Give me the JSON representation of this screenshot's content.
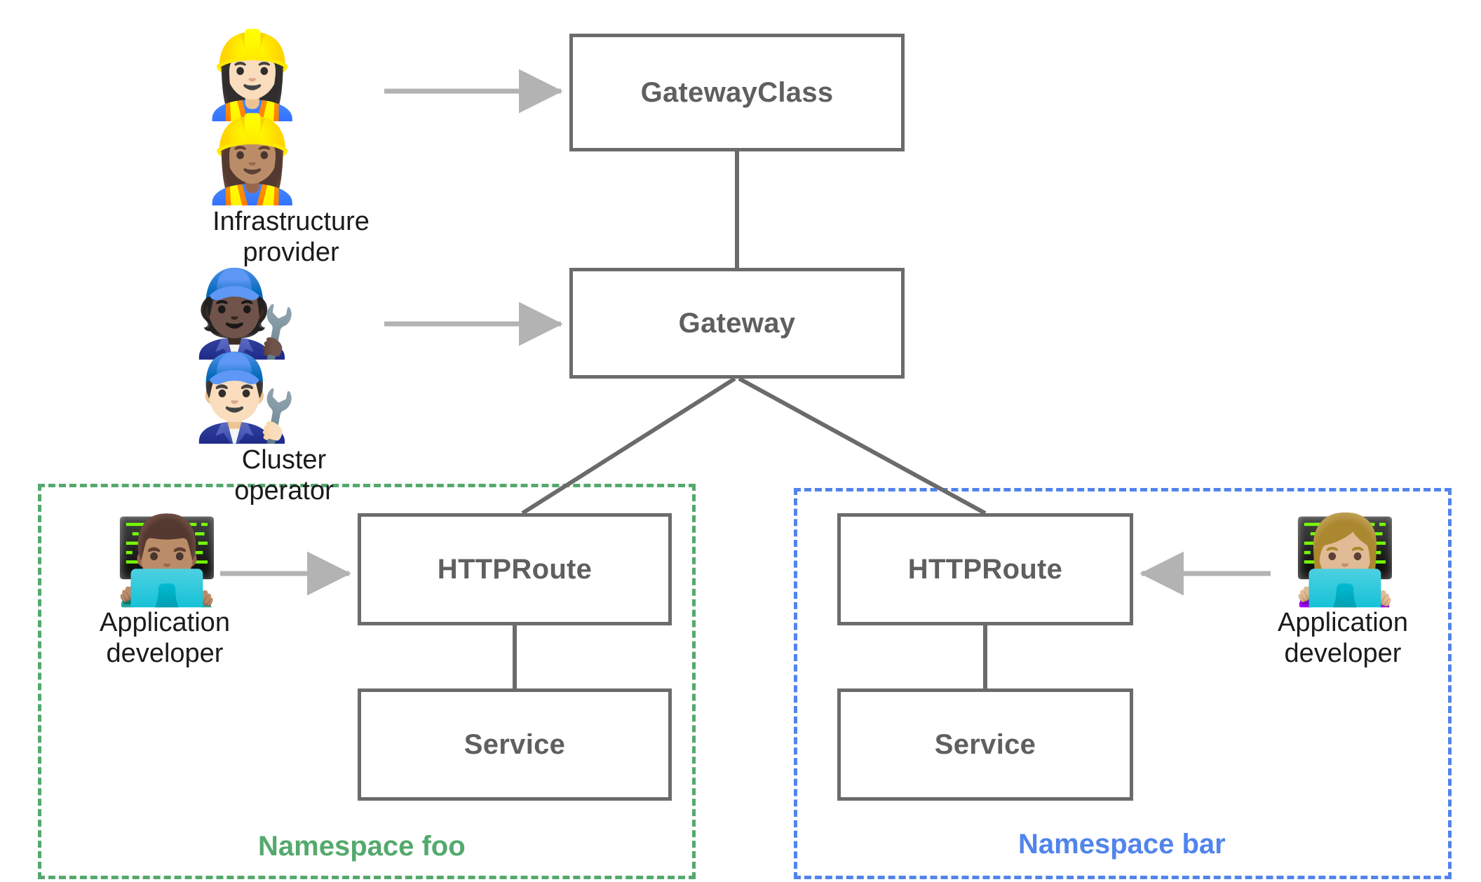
{
  "diagram": {
    "title": "Kubernetes Gateway API resource model",
    "colors": {
      "box_border": "#6b6b6b",
      "box_label": "#5f5f5f",
      "connector": "#6b6b6b",
      "arrow": "#b3b3b3",
      "namespace_foo": "#54a96d",
      "namespace_bar": "#5184ec",
      "caption_text": "#1b1b1b",
      "background": "#ffffff"
    }
  },
  "nodes": {
    "gatewayclass": {
      "label": "GatewayClass"
    },
    "gateway": {
      "label": "Gateway"
    },
    "httproute_foo": {
      "label": "HTTPRoute"
    },
    "service_foo": {
      "label": "Service"
    },
    "httproute_bar": {
      "label": "HTTPRoute"
    },
    "service_bar": {
      "label": "Service"
    }
  },
  "personas": {
    "infrastructure_provider": {
      "caption": "Infrastructure\nprovider",
      "emojis": [
        "👷🏻‍♀️",
        "👷🏽‍♀️"
      ],
      "icon_names": [
        "woman-construction-worker-light-icon",
        "woman-construction-worker-medium-icon"
      ],
      "targets": "gatewayclass"
    },
    "cluster_operator": {
      "caption": "Cluster\noperator",
      "emojis": [
        "🧑🏿‍🔧",
        "👨🏻‍🔧"
      ],
      "icon_names": [
        "mechanic-dark-icon",
        "man-mechanic-light-icon"
      ],
      "targets": "gateway"
    },
    "application_developer_foo": {
      "caption": "Application\ndeveloper",
      "emojis": [
        "👨🏽‍💻"
      ],
      "icon_names": [
        "man-technologist-icon"
      ],
      "targets": "httproute_foo"
    },
    "application_developer_bar": {
      "caption": "Application\ndeveloper",
      "emojis": [
        "👩🏼‍💻"
      ],
      "icon_names": [
        "woman-technologist-icon"
      ],
      "targets": "httproute_bar"
    }
  },
  "namespaces": {
    "foo": {
      "label": "Namespace foo",
      "color": "#54a96d",
      "style": "dashed"
    },
    "bar": {
      "label": "Namespace bar",
      "color": "#5184ec",
      "style": "dashed"
    }
  },
  "connections": [
    {
      "from": "infrastructure_provider",
      "to": "gatewayclass",
      "kind": "arrow"
    },
    {
      "from": "gatewayclass",
      "to": "gateway",
      "kind": "line"
    },
    {
      "from": "cluster_operator",
      "to": "gateway",
      "kind": "arrow"
    },
    {
      "from": "gateway",
      "to": "httproute_foo",
      "kind": "line"
    },
    {
      "from": "gateway",
      "to": "httproute_bar",
      "kind": "line"
    },
    {
      "from": "application_developer_foo",
      "to": "httproute_foo",
      "kind": "arrow"
    },
    {
      "from": "application_developer_bar",
      "to": "httproute_bar",
      "kind": "arrow"
    },
    {
      "from": "httproute_foo",
      "to": "service_foo",
      "kind": "line"
    },
    {
      "from": "httproute_bar",
      "to": "service_bar",
      "kind": "line"
    }
  ]
}
